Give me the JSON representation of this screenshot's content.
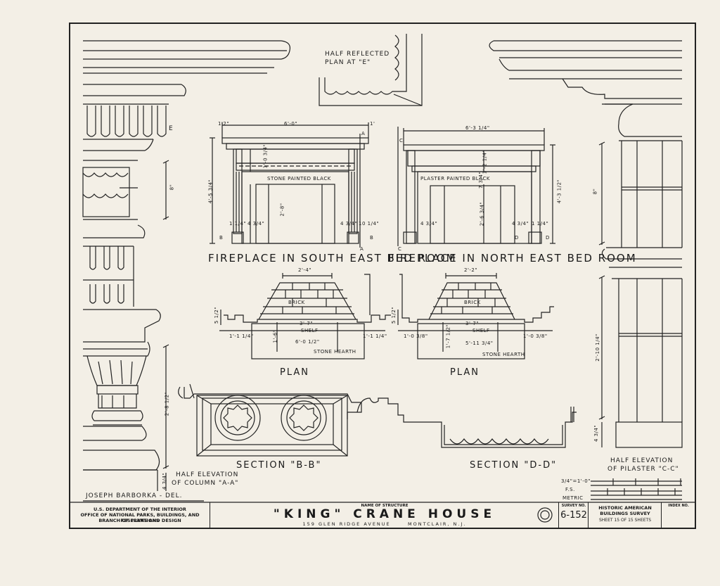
{
  "sheet": {
    "border_color": "#222222",
    "paper_color": "#f3efe6"
  },
  "labels": {
    "half_reflected_plan": [
      "HALF REFLECTED",
      "PLAN AT \"E\""
    ],
    "marker_e": "E",
    "fireplace_se": "FIREPLACE IN SOUTH EAST BED ROOM",
    "fireplace_ne": "FIREPLACE IN NORTH EAST BED ROOM",
    "stone_painted_black": "STONE PAINTED BLACK",
    "plaster_painted_black": "PLASTER PAINTED BLACK",
    "brick": "BRICK",
    "shelf": "SHELF",
    "stone_hearth": "STONE HEARTH",
    "plan": "PLAN",
    "section_bb": "SECTION \"B-B\"",
    "section_dd": "SECTION \"D-D\"",
    "half_elev_column": [
      "HALF ELEVATION",
      "OF COLUMN \"A-A\""
    ],
    "half_elev_pilaster": [
      "HALF ELEVATION",
      "OF PILASTER \"C-C\""
    ],
    "delineator": "JOSEPH BARBORKA - DEL."
  },
  "dimensions": {
    "se_width": "6'-0\"",
    "se_left_margin": "1'2\"",
    "se_right_margin": "1'",
    "se_height": "4'-5 3/4\"",
    "se_opening": "2'-8\"",
    "se_frieze": "1'-0 3/4\"",
    "se_b_left": "1 1/4\"",
    "se_b_mid": "4 3/4\"",
    "se_b_mid2": "4 3/4\"",
    "se_b_right": "10 1/4\"",
    "ne_width": "6'-3 1/4\"",
    "ne_height": "4'-3 1/2\"",
    "ne_frieze": "1'-2 1/4\"",
    "ne_opening": "2'-6 3/4\"",
    "ne_side": "7 3/4\"",
    "ne_b_left": "4 3/4\"",
    "ne_b_mid": "4 3/4\"",
    "ne_b_right": "1 1/4\"",
    "plan1_top": "2'-4\"",
    "plan1_opening": "3'-7\"",
    "plan1_total": "6'-0 1/2\"",
    "plan1_left": "1'-1 1/4\"",
    "plan1_right": "1'-1 1/4\"",
    "plan1_depth": "1'-6\"",
    "plan1_side": "5 1/2\"",
    "plan2_top": "2'-2\"",
    "plan2_opening": "3'-7\"",
    "plan2_total": "5'-11 3/4\"",
    "plan2_left": "1'-0 3/8\"",
    "plan2_right": "1'-0 3/8\"",
    "plan2_depth": "1'-7 1/2\"",
    "plan2_side": "5 1/2\"",
    "col_dim1": "8\"",
    "col_dim2": "2'-8 1/2\"",
    "col_dim3": "4 3/4\"",
    "pil_dim1": "8\"",
    "pil_dim2": "2'-10 1/4\"",
    "pil_dim3": "4 3/4\""
  },
  "section_markers": {
    "a": "A",
    "b": "B",
    "c": "C",
    "d": "D"
  },
  "scale": {
    "label_imperial": "3/4\"=1'-0\"",
    "label_fs": "F.S.",
    "label_metric": "METRIC"
  },
  "title_block": {
    "agency": [
      "U.S. DEPARTMENT OF THE INTERIOR",
      "OFFICE OF NATIONAL PARKS, BUILDINGS, AND RESERVATIONS",
      "BRANCH OF PLANS AND DESIGN"
    ],
    "name_caption": "NAME OF STRUCTURE",
    "structure_name": "\"KING\"   CRANE   HOUSE",
    "address": "159 GLEN RIDGE AVENUE      MONTCLAIR, N.J.",
    "survey_caption": "SURVEY NO.",
    "survey_no": "6-152",
    "habs": [
      "HISTORIC AMERICAN",
      "BUILDINGS SURVEY"
    ],
    "sheet_info": "SHEET 15 OF 15 SHEETS",
    "index_caption": "INDEX NO."
  }
}
